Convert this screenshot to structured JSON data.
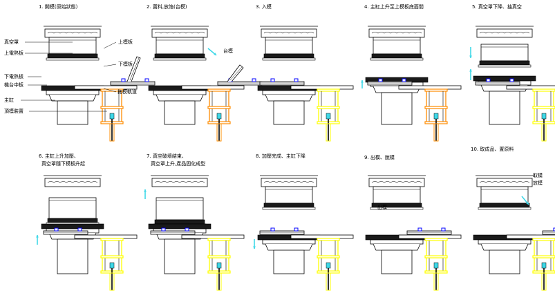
{
  "colors": {
    "line": "#000000",
    "yellow": "#ffff00",
    "orange": "#ff8c00",
    "blue": "#0000ff",
    "cyan": "#3fd8e8",
    "rubber": "#1a1a1a"
  },
  "steps": [
    {
      "caption": "1. 開模(原始狀態)"
    },
    {
      "caption": "2. 置料,放箔(台模)"
    },
    {
      "caption": "3. 入模"
    },
    {
      "caption": "4. 主缸上升至上模板底面間"
    },
    {
      "caption": "5. 真空罩下降、抽真空"
    },
    {
      "caption": "6. 主缸上升加壓、",
      "caption2": "真空罩隨下模板升起"
    },
    {
      "caption": "7. 真空破壞結束、",
      "caption2": "真空罩上升,產品固化成型"
    },
    {
      "caption": "8. 加壓完成、主缸下降"
    },
    {
      "caption": "9. 出模、脫模"
    },
    {
      "caption": "10. 取成品、置原料"
    }
  ],
  "part_labels": {
    "vacuum_cover": "真空罩",
    "upper_heating_plate": "上電熱板",
    "upper_mold": "上模板",
    "lower_mold": "下模板",
    "lower_heating_plate": "下電熱板",
    "table_center": "機台中板",
    "main_cylinder": "主缸",
    "ejector_device": "頂模裝置",
    "tray_rail": "拖模軌道"
  },
  "action_labels": {
    "open_tray": "台模",
    "exit_mold": "出模",
    "take_out_1": "取模",
    "take_out_2": "放模"
  }
}
